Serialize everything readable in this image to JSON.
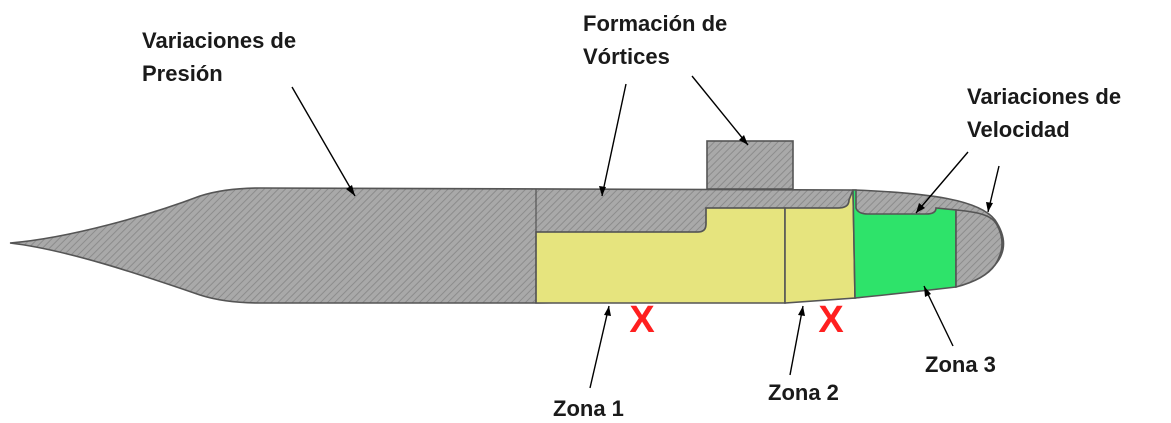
{
  "colors": {
    "hull_gray": "#a9a9a9",
    "hatch_line": "#8c8c8c",
    "zone1_yellow": "#e6e47e",
    "zone2_yellow": "#e6e47e",
    "zone3_green": "#2ee36a",
    "x_mark": "#ff1f1f",
    "text": "#1a1a1a"
  },
  "labels": {
    "pressure_line1": "Variaciones de",
    "pressure_line2": "Presión",
    "vortex_line1": "Formación de",
    "vortex_line2": "Vórtices",
    "velocity_line1": "Variaciones de",
    "velocity_line2": "Velocidad",
    "zone1": "Zona 1",
    "zone2": "Zona 2",
    "zone3": "Zona 3"
  },
  "marks": {
    "x_symbol": "X"
  }
}
